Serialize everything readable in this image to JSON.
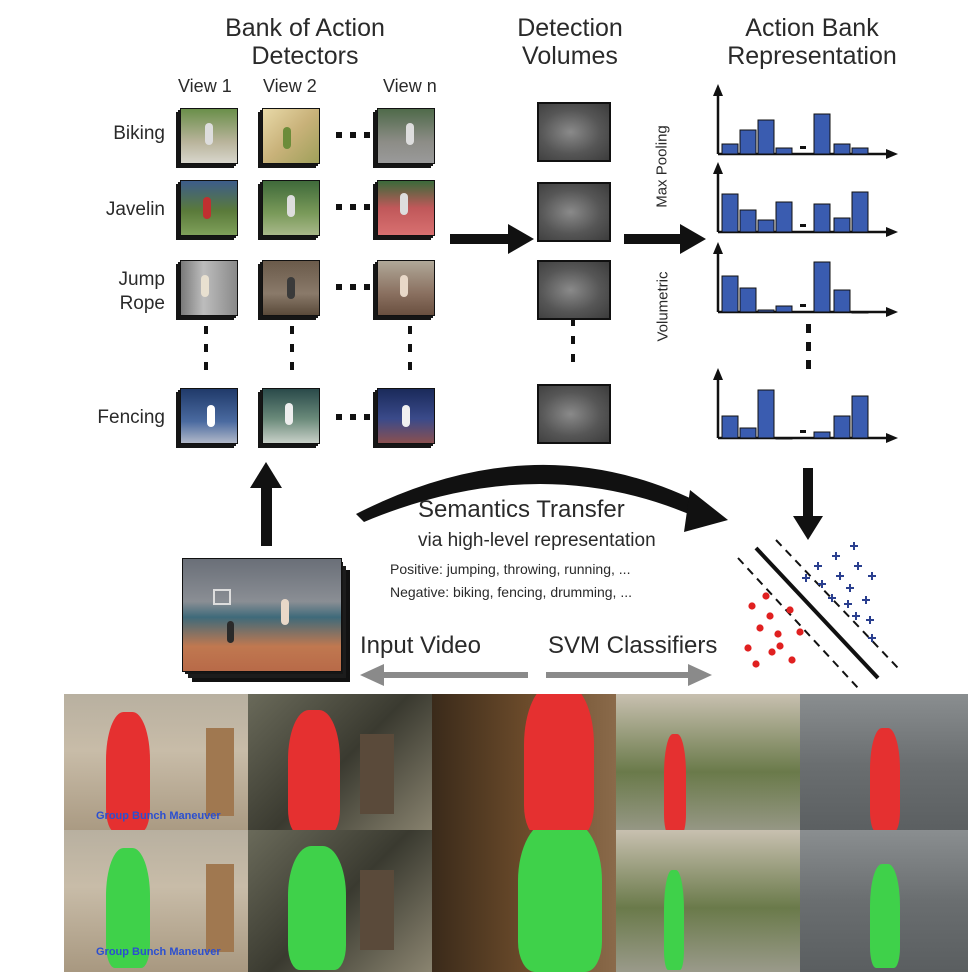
{
  "titles": {
    "bank": [
      "Bank of Action",
      "Detectors"
    ],
    "volumes": [
      "Detection",
      "Volumes"
    ],
    "representation": [
      "Action Bank",
      "Representation"
    ]
  },
  "views": [
    "View 1",
    "View 2",
    "View n"
  ],
  "rows": [
    "Biking",
    "Javelin",
    "Jump",
    "Rope",
    "Fencing"
  ],
  "pooling": [
    "Max Pooling",
    "Volumetric"
  ],
  "transfer": {
    "title": "Semantics Transfer",
    "subtitle": "via high-level representation",
    "positive": "Positive: jumping, throwing, running, ...",
    "negative": "Negative: biking, fencing, drumming, ..."
  },
  "bottom_labels": {
    "input": "Input Video",
    "svm": "SVM Classifiers"
  },
  "overlay": "Group Bunch Maneuver",
  "colors": {
    "bar": "#3a5cb0",
    "negative_dot": "#e02020",
    "positive_plus": "#2a3f8f",
    "segmentation_top": "#e53030",
    "segmentation_bottom": "#3fd14a",
    "arrow": "#111111",
    "gray_arrow": "#888888"
  }
}
